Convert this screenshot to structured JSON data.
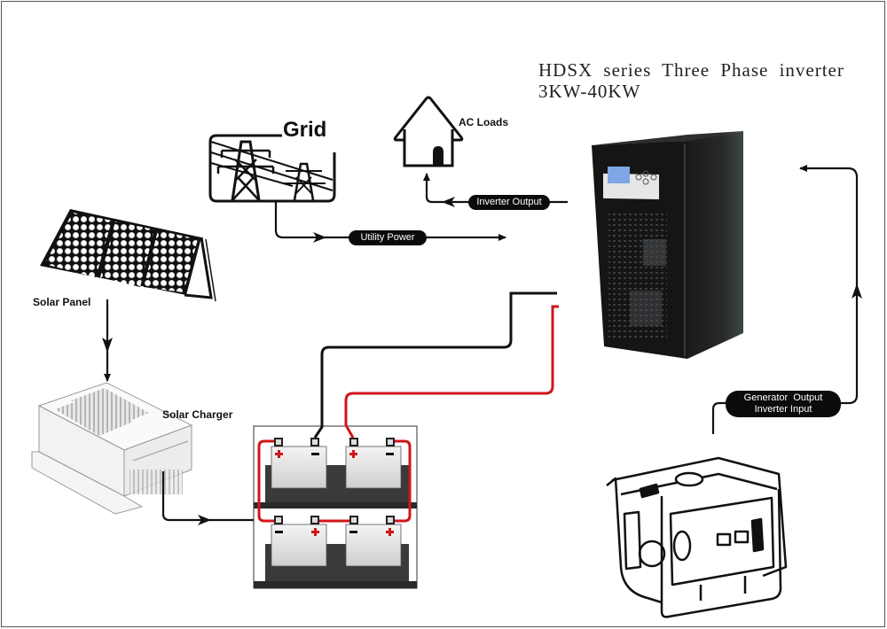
{
  "title": {
    "line1": "HDSX series Three Phase inverter",
    "line2": "3KW-40KW"
  },
  "components": {
    "grid": "Grid",
    "ac_loads": "AC Loads",
    "solar_panel": "Solar Panel",
    "solar_charger": "Solar Charger",
    "inverter": "Inverter",
    "generator": "Generator",
    "battery_bank": "Battery Bank"
  },
  "flows": {
    "utility_power": "Utility Power",
    "inverter_output": "Inverter Output",
    "generator_line1": "Generator  Output",
    "generator_line2": "Inverter Input"
  },
  "battery_terminals": {
    "positive": "+",
    "negative": "−"
  },
  "colors": {
    "positive_cable": "#d0161b",
    "negative_cable": "#111111",
    "inverter_body": "#1c1d1f",
    "lcd": "#7fa6e6"
  }
}
